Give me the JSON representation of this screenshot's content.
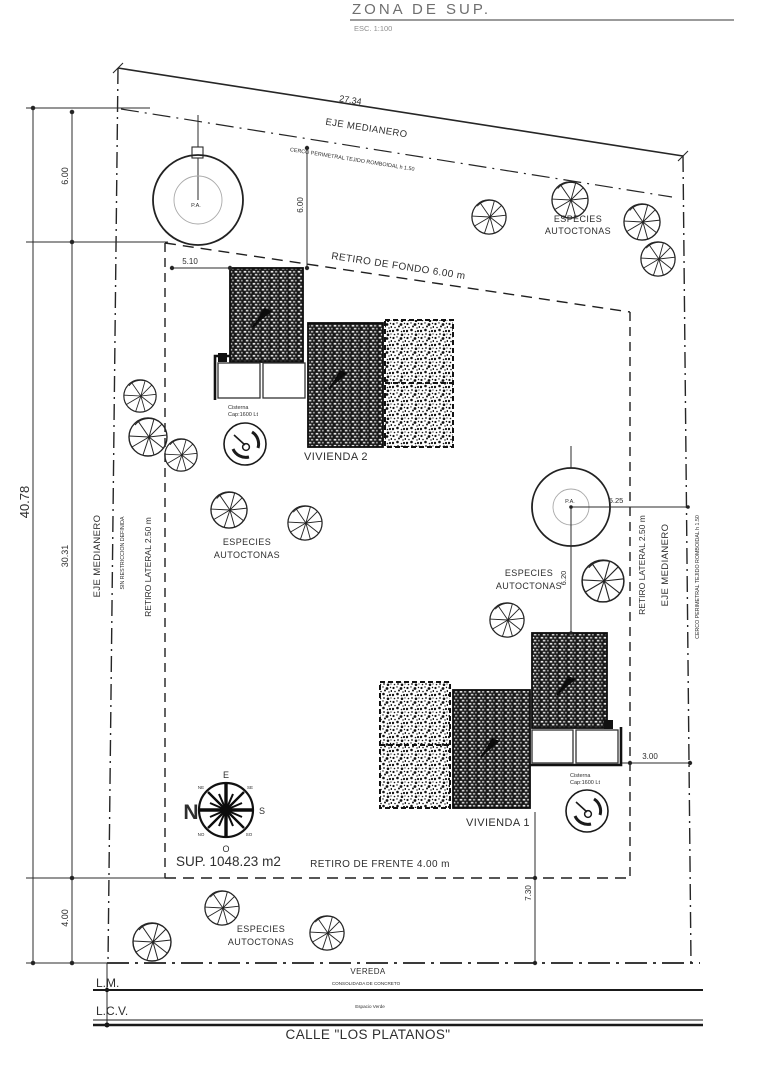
{
  "title": {
    "text": "ZONA DE SUP.",
    "scale": "ESC. 1:100"
  },
  "dims": {
    "w_top": "27.34",
    "h_left": "40.78",
    "left_chain": [
      "6.00",
      "30.31",
      "4.00"
    ],
    "viv2_w": "5.10",
    "viv2_setback": "6.00",
    "pa2_right": "5.25",
    "pa2_down": "6.20",
    "viv1_right": "3.00",
    "frente_down": "7.30"
  },
  "boundaries": {
    "eje_medianero": "EJE MEDIANERO",
    "cerco": "CERCO PERIMETRAL TEJIDO ROMBOIDAL  h 1.50",
    "sin_restriccion": "SIN RESTRICCION DEFINIDA",
    "retiro_lateral": "RETIRO LATERAL  2.50 m",
    "retiro_fondo": "RETIRO DE FONDO  6.00 m",
    "retiro_frente": "RETIRO DE FRENTE  4.00 m"
  },
  "buildings": {
    "vivienda1": "VIVIENDA 1",
    "vivienda2": "VIVIENDA 2",
    "cisterna_l1": "Cisterna",
    "cisterna_l2": "Cap:1600 Lt"
  },
  "vegetation": {
    "especies": [
      "ESPECIES",
      "AUTOCTONAS"
    ],
    "pa_label": "P.A."
  },
  "site": {
    "superficie": "SUP. 1048.23 m2"
  },
  "compass": {
    "n": "N",
    "e": "E",
    "s": "S",
    "o": "O",
    "ne": "NE",
    "se": "SE",
    "no": "NO",
    "so": "SO"
  },
  "street": {
    "vereda": "VEREDA",
    "vereda_sub": "CONSOLIDADA DE CONCRETO",
    "lm": "L.M.",
    "lcv": "L.C.V.",
    "espacio_verde": "Espacio Verde",
    "calle": "CALLE \"LOS PLATANOS\""
  },
  "colors": {
    "line": "#2b2b2b",
    "title": "#6f6f6f",
    "bg": "#ffffff"
  }
}
